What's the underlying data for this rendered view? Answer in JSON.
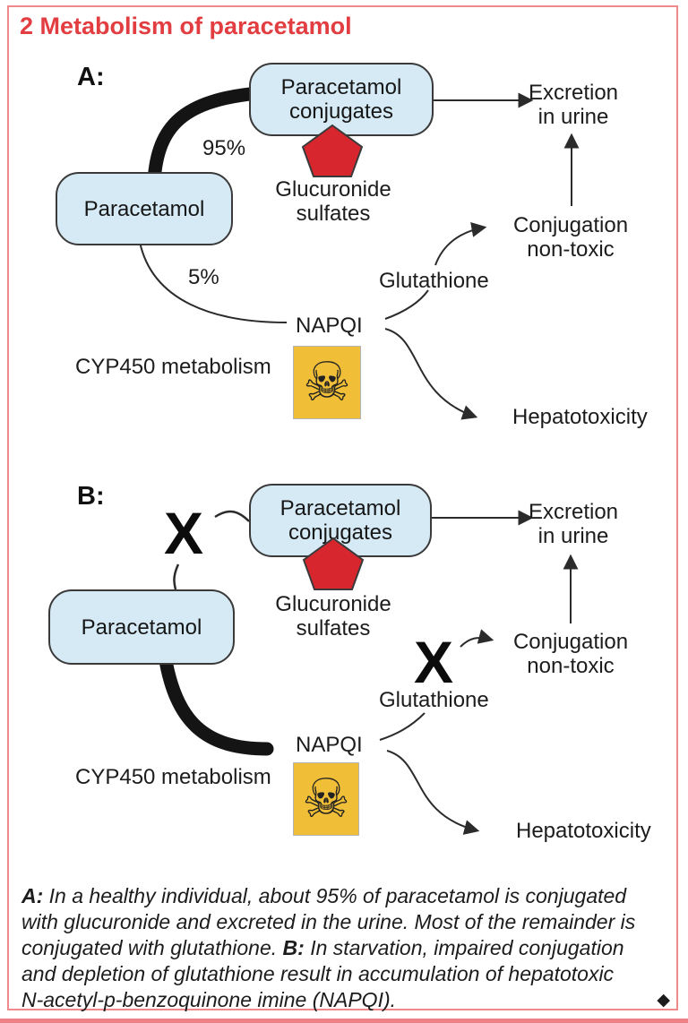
{
  "figure": {
    "title": "2 Metabolism of paracetamol",
    "colors": {
      "accent_red": "#e23d41",
      "frame_red": "#f0898c",
      "footer_red": "#ed8186",
      "pentagon_red": "#d8262e",
      "node_blue": "#d5eaf5",
      "skull_yellow": "#f0bf37",
      "line_black": "#2b2b2b"
    },
    "icons": {
      "skull_glyph": "☠",
      "diamond_glyph": "◆"
    },
    "panelA": {
      "label": "A:",
      "paracetamol_node": "Paracetamol",
      "conjugates_node": "Paracetamol\nconjugates",
      "major_pathway_pct": "95%",
      "minor_pathway_pct": "5%",
      "glucuronide_label": "Glucuronide\nsulfates",
      "excretion_label": "Excretion\nin urine",
      "conjugation_label": "Conjugation\nnon-toxic",
      "glutathione_label": "Glutathione",
      "napqi_label": "NAPQI",
      "cyp450_label": "CYP450 metabolism",
      "hepatotoxicity_label": "Hepatotoxicity"
    },
    "panelB": {
      "label": "B:",
      "paracetamol_node": "Paracetamol",
      "conjugates_node": "Paracetamol\nconjugates",
      "blocked_conjugation_x": "X",
      "blocked_glutathione_x": "X",
      "glucuronide_label": "Glucuronide\nsulfates",
      "excretion_label": "Excretion\nin urine",
      "conjugation_label": "Conjugation\nnon-toxic",
      "glutathione_label": "Glutathione",
      "napqi_label": "NAPQI",
      "cyp450_label": "CYP450 metabolism",
      "hepatotoxicity_label": "Hepatotoxicity"
    },
    "caption": {
      "line1_bold": "A:",
      "line1_rest": " In a healthy individual, about 95% of paracetamol is conjugated",
      "line2": "with glucuronide and excreted in the urine. Most of the remainder is",
      "line3_pre": "conjugated with glutathione. ",
      "line3_bold": "B:",
      "line3_rest": " In starvation, impaired conjugation",
      "line4": "and depletion of glutathione result in accumulation of hepatotoxic",
      "line5": "N-acetyl-p-benzoquinone imine (NAPQI)."
    }
  }
}
